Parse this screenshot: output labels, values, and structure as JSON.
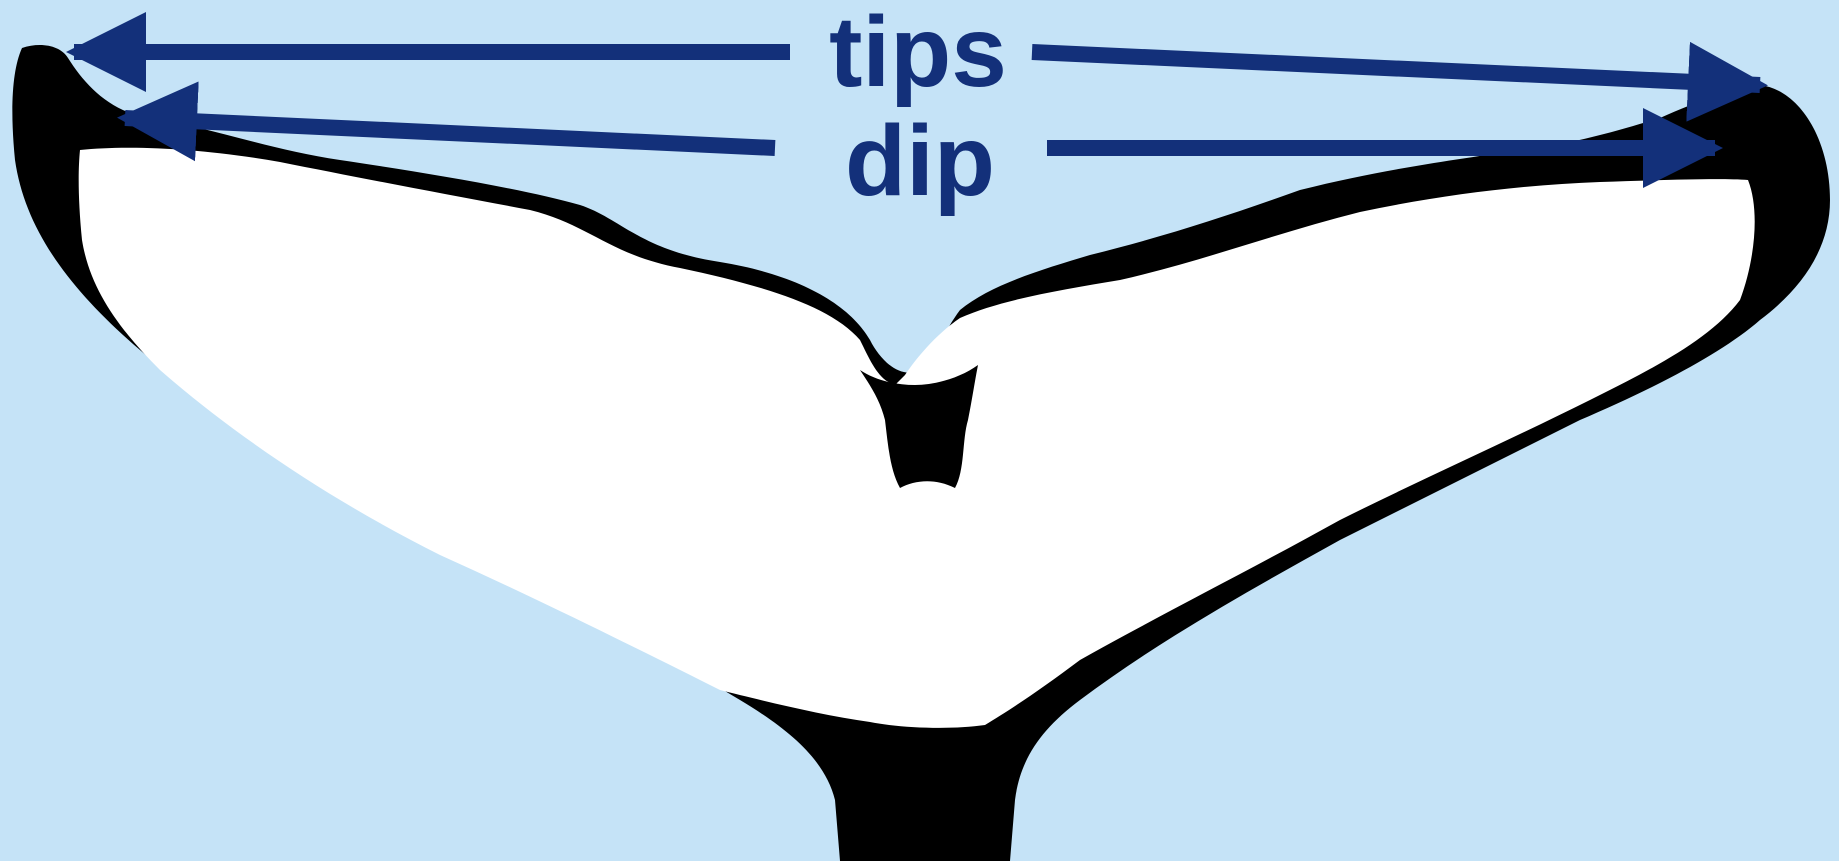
{
  "labels": {
    "tips": "tips",
    "dip": "dip"
  },
  "colors": {
    "background": "#c5e3f7",
    "fluke_outline": "#000000",
    "fluke_fill": "#ffffff",
    "arrow": "#13307a"
  },
  "icons": {
    "fluke": "whale-tail-silhouette"
  }
}
